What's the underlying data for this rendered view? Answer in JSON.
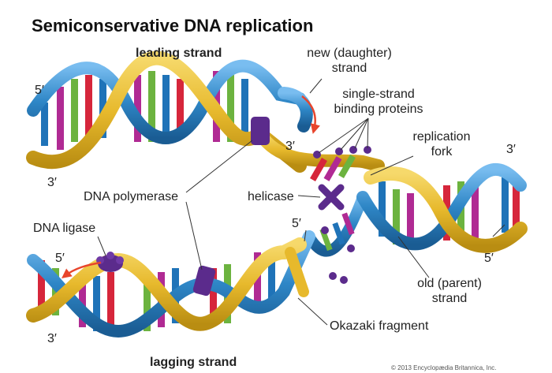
{
  "title": "Semiconservative DNA replication",
  "labels": {
    "leading_strand": "leading strand",
    "lagging_strand": "lagging strand",
    "new_daughter_strand_1": "new (daughter)",
    "new_daughter_strand_2": "strand",
    "ssb_1": "single-strand",
    "ssb_2": "binding proteins",
    "replication_fork_1": "replication",
    "replication_fork_2": "fork",
    "dna_polymerase": "DNA polymerase",
    "helicase": "helicase",
    "dna_ligase": "DNA ligase",
    "old_parent_strand_1": "old (parent)",
    "old_parent_strand_2": "strand",
    "okazaki_fragment": "Okazaki  fragment",
    "copyright": "© 2013 Encyclopædia Britannica, Inc."
  },
  "strand_ends": {
    "top_left_5": "5′",
    "top_left_3": "3′",
    "top_mid_3": "3′",
    "right_top_3": "3′",
    "right_bottom_5": "5′",
    "bottom_left_5": "5′",
    "bottom_left_3": "3′",
    "lagging_mid_5": "5′"
  },
  "colors": {
    "backbone_gold": "#e7b92c",
    "backbone_blue": "#2e86c6",
    "base_red": "#d6263b",
    "base_magenta": "#b02a93",
    "base_green": "#6cb33f",
    "base_blue": "#1f73b8",
    "protein_purple": "#5b2b8c",
    "arrow_red": "#e8452c"
  }
}
